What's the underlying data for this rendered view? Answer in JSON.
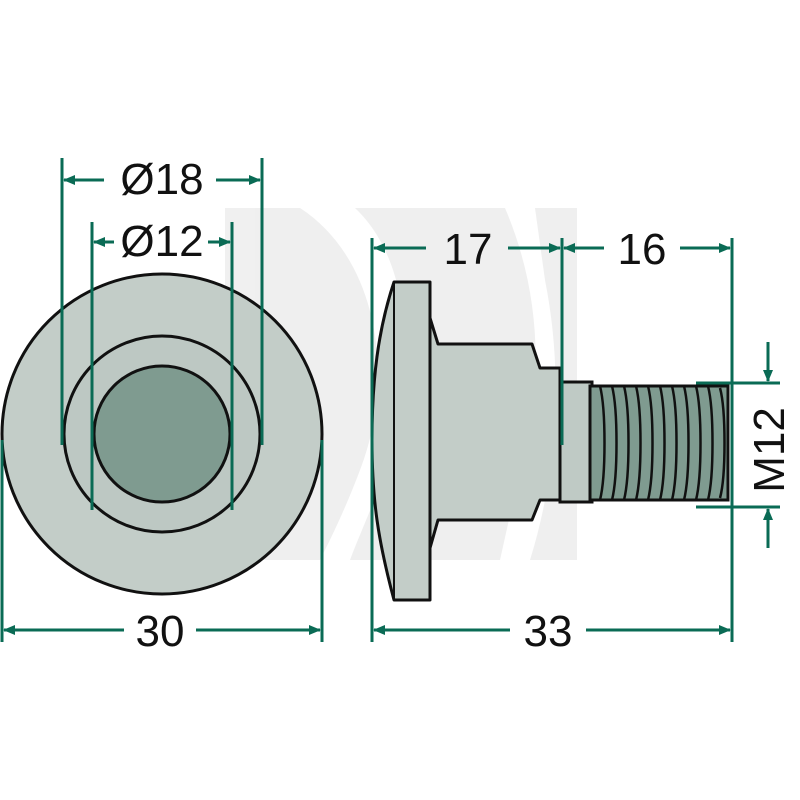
{
  "colors": {
    "background": "#ffffff",
    "dimension_line": "#0a6b55",
    "part_fill": "#c3cdc8",
    "part_fill_dark": "#7f9b90",
    "part_outline": "#111111",
    "watermark": "#e6e6e6",
    "text": "#111111"
  },
  "front_view": {
    "outer_diameter_label": "30",
    "middle_diameter_label": "Ø18",
    "inner_diameter_label": "Ø12"
  },
  "side_view": {
    "head_length_label": "17",
    "thread_length_label": "16",
    "total_length_label": "33",
    "thread_size_label": "M12"
  }
}
